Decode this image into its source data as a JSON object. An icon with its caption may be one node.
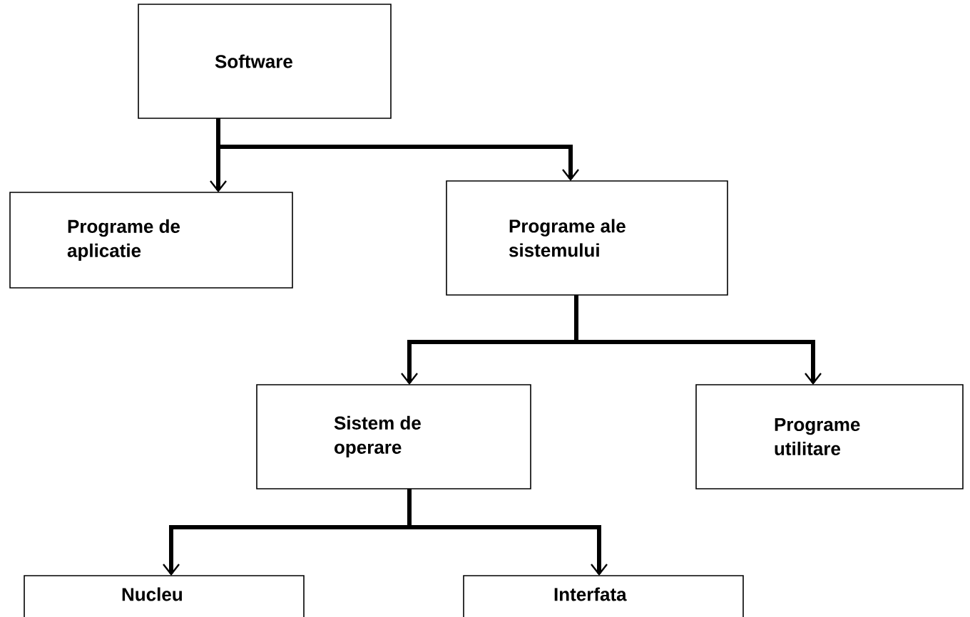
{
  "diagram": {
    "nodes": [
      {
        "text": [
          "Software"
        ]
      },
      {
        "text": [
          "Programe de aplicatie"
        ]
      },
      {
        "text": [
          "Programe ale sistemului"
        ]
      },
      {
        "text": [
          "Sistem de operare"
        ]
      },
      {
        "text": [
          "Programe utilitare"
        ]
      },
      {
        "text": [
          "Nucleu"
        ]
      },
      {
        "text": [
          "Interfata"
        ]
      }
    ],
    "edges": [
      {
        "from": 0,
        "to": 1,
        "arrow": "to"
      },
      {
        "from": 0,
        "to": 2,
        "arrow": "to"
      },
      {
        "from": 2,
        "to": 3,
        "arrow": "to"
      },
      {
        "from": 2,
        "to": 4,
        "arrow": "to"
      },
      {
        "from": 3,
        "to": 5,
        "arrow": "to"
      },
      {
        "from": 3,
        "to": 6,
        "arrow": "to"
      }
    ]
  }
}
